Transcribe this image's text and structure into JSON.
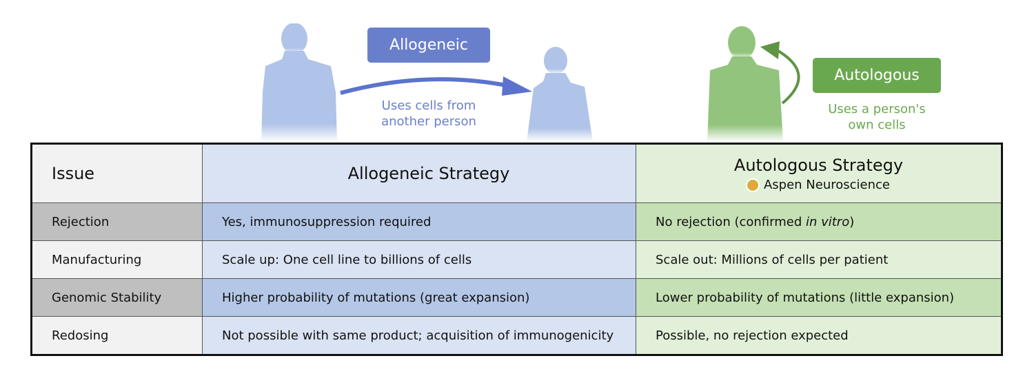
{
  "top": {
    "allogeneic": {
      "label": "Allogeneic",
      "caption_line1": "Uses cells from",
      "caption_line2": "another person",
      "color": "#6a7fcc",
      "figure_color": "#b0c3e8"
    },
    "autologous": {
      "label": "Autologous",
      "caption_line1": "Uses a person's",
      "caption_line2": "own cells",
      "color": "#6aa84f",
      "figure_color": "#93c47d"
    }
  },
  "table": {
    "headers": {
      "issue": "Issue",
      "allogeneic": "Allogeneic Strategy",
      "autologous": "Autologous Strategy",
      "autologous_sub": "Aspen Neuroscience"
    },
    "rows": [
      {
        "issue": "Rejection",
        "allogeneic": "Yes, immunosuppression required",
        "autologous_pre": "No rejection (confirmed ",
        "autologous_em": "in vitro",
        "autologous_post": ")"
      },
      {
        "issue": "Manufacturing",
        "allogeneic": "Scale up: One cell line to billions of cells",
        "autologous_pre": "Scale out: Millions of cells per patient",
        "autologous_em": "",
        "autologous_post": ""
      },
      {
        "issue": "Genomic Stability",
        "allogeneic": "Higher probability of mutations (great expansion)",
        "autologous_pre": "Lower probability of mutations (little expansion)",
        "autologous_em": "",
        "autologous_post": ""
      },
      {
        "issue": "Redosing",
        "allogeneic": "Not possible with same product; acquisition of immunogenicity",
        "autologous_pre": "Possible, no rejection expected",
        "autologous_em": "",
        "autologous_post": ""
      }
    ]
  }
}
